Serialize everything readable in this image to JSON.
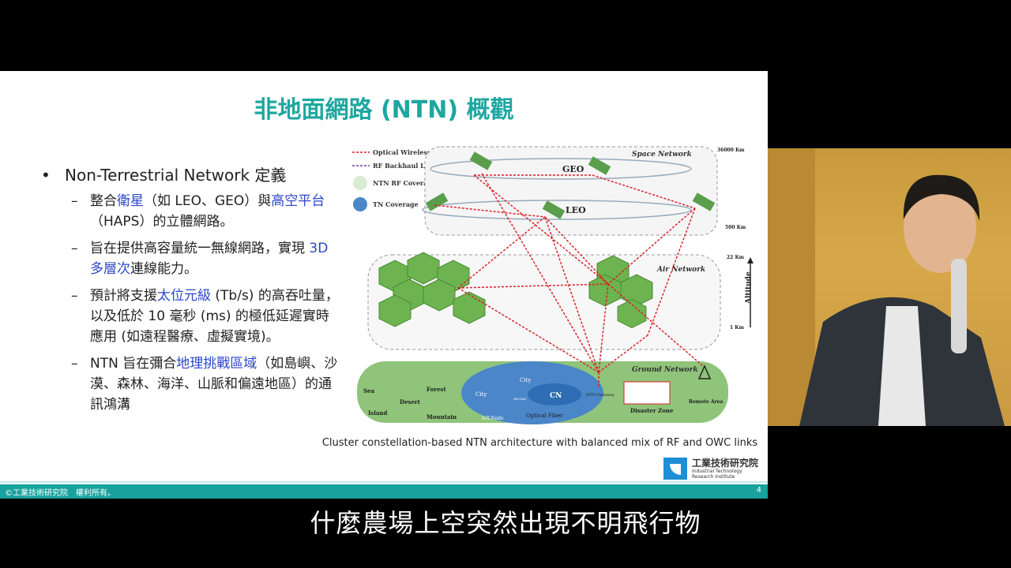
{
  "slide": {
    "title": "非地面網路 (NTN) 概觀",
    "bullet_main": "Non-Terrestrial Network 定義",
    "subs": [
      {
        "parts": [
          "整合",
          "衛星",
          "（如 LEO、GEO）與",
          "高空平台",
          "（HAPS）的立體網路。"
        ]
      },
      {
        "parts": [
          "旨在提供高容量統一無線網路，實現 ",
          "3D 多層次",
          "連線能力。"
        ]
      },
      {
        "parts": [
          "預計將支援",
          "太位元級",
          " (Tb/s) 的高吞吐量，以及低於 10 毫秒 (ms) 的極低延遲實時應用 (如遠程醫療、虛擬實境)。"
        ]
      },
      {
        "parts": [
          "NTN 旨在彌合",
          "地理挑戰區域",
          "（如島嶼、沙漠、森林、海洋、山脈和偏遠地區）的通訊鴻溝"
        ]
      }
    ],
    "caption": "Cluster constellation-based NTN architecture with balanced mix of RF and OWC links",
    "logo": {
      "zh": "工業技術研究院",
      "en1": "Industrial Technology",
      "en2": "Research Institute"
    },
    "footer_copyright": "©工業技術研究院　權利所有。",
    "page_number": "4"
  },
  "diagram": {
    "legend": [
      "Optical Wireless Link",
      "RF Backhaul Link",
      "NTN RF Coverage",
      "TN Coverage"
    ],
    "space_network": "Space Network",
    "air_network": "Air Network",
    "ground_network": "Ground Network",
    "geo": "GEO",
    "leo": "LEO",
    "altitudes": [
      "36000 Km",
      "500 Km",
      "22 Km",
      "1 Km"
    ],
    "altitude_label": "Altitude",
    "ground_labels": [
      "Sea",
      "Desert",
      "Forest",
      "Island",
      "Mountain",
      "City",
      "City",
      "CN",
      "IoT-Node",
      "Optical Fiber",
      "NTN-Gateway",
      "Disaster Zone",
      "Remote Area",
      "SR-SAN"
    ]
  },
  "subtitle": "什麼農場上空突然出現不明飛行物",
  "colors": {
    "title": "#1ea7a0",
    "highlight": "#2b46c9",
    "footer": "#17a29d",
    "link": "#d9232a"
  }
}
